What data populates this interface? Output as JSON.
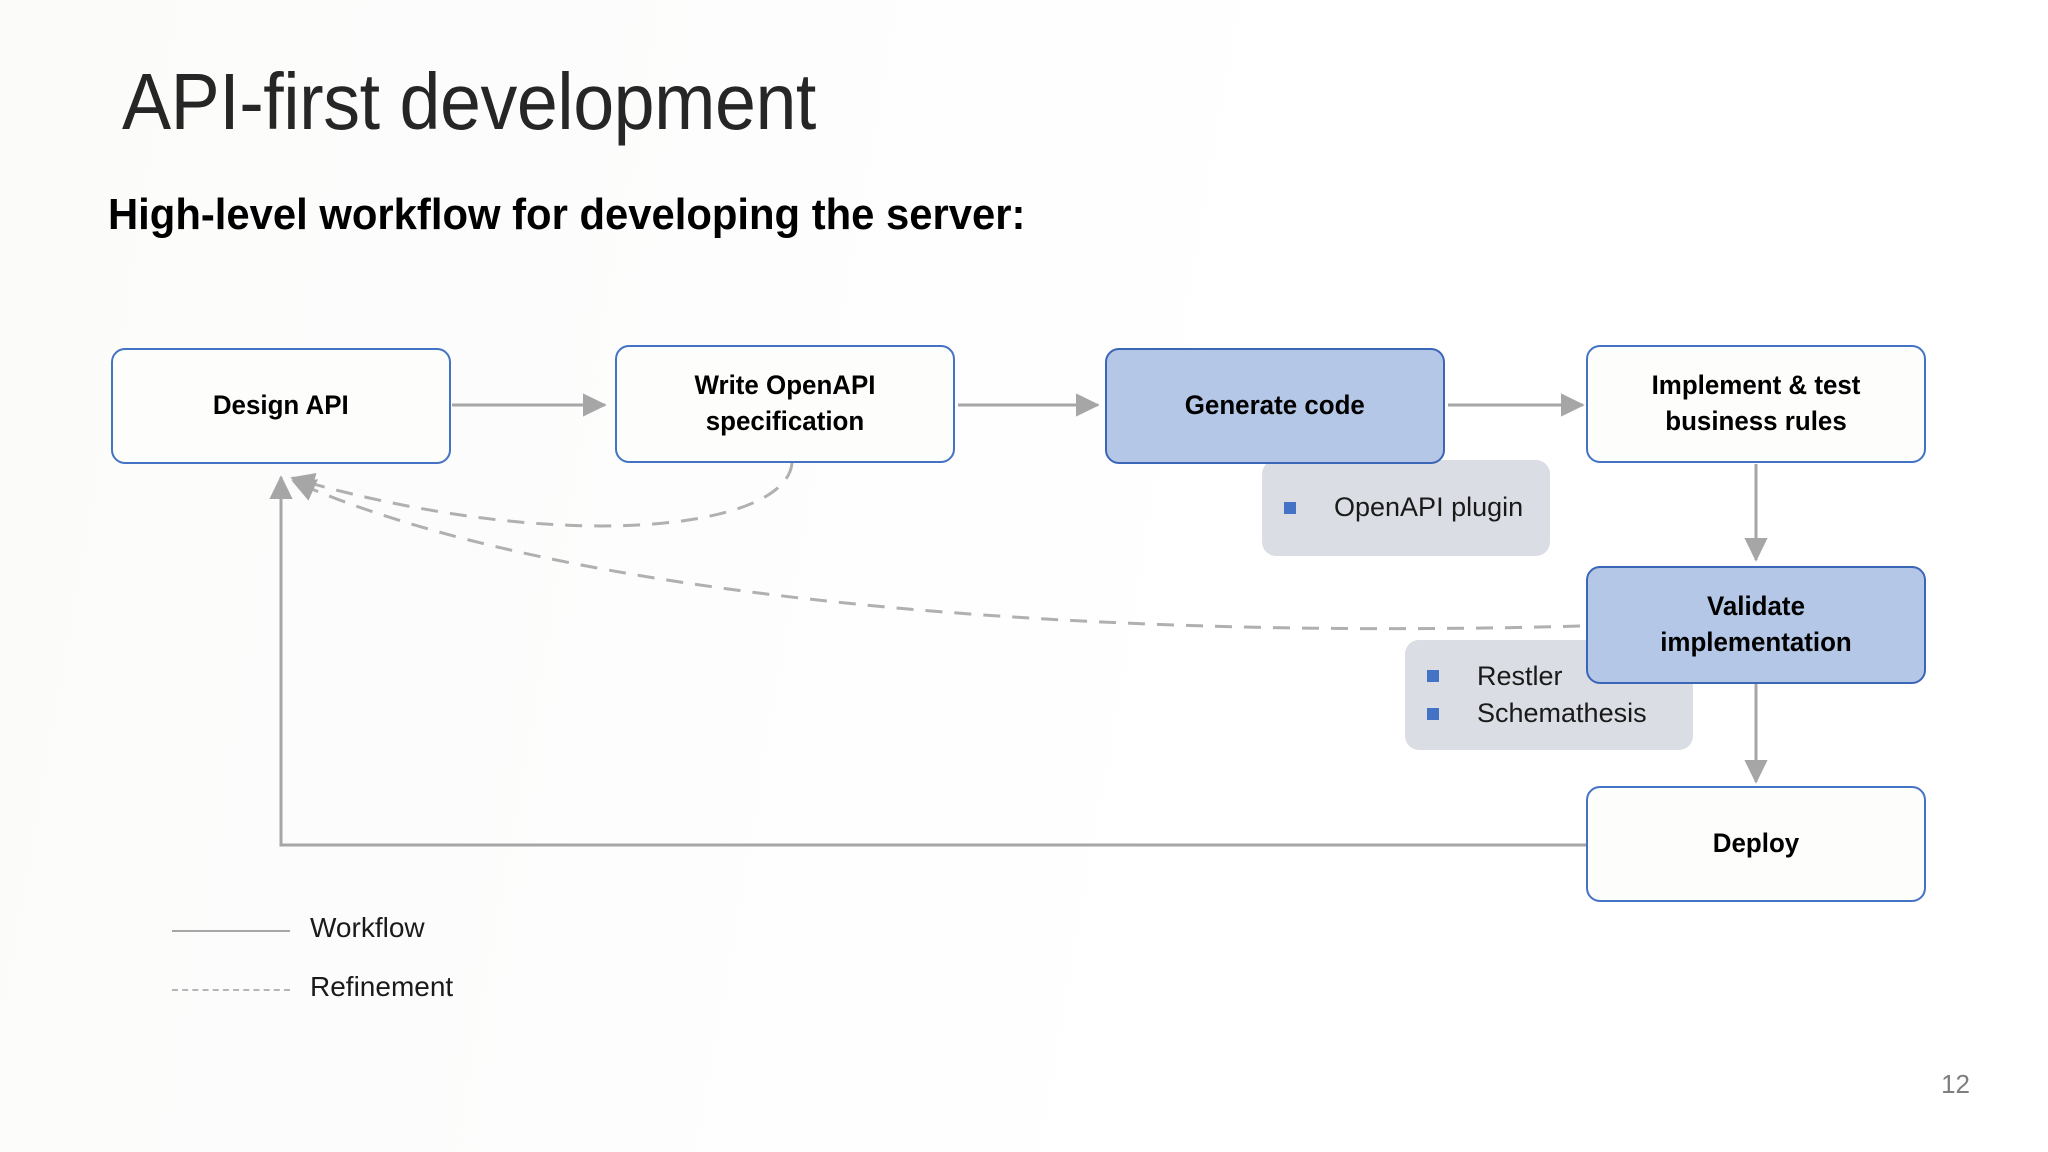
{
  "slide": {
    "title": "API-first development",
    "subtitle": "High-level workflow for developing the server:",
    "page_number": "12",
    "colors": {
      "box_border_blue": "#4472c4",
      "box_fill_blue": "#b4c7e7",
      "subbox_fill": "#dadde4",
      "bullet_blue": "#4472c4",
      "connector_gray": "#a6a6a6",
      "page_number_gray": "#7f7f7f"
    }
  },
  "diagram": {
    "nodes": [
      {
        "id": "design-api",
        "label": "Design API",
        "style": "white"
      },
      {
        "id": "write-openapi-specification",
        "label": "Write OpenAPI specification",
        "style": "white"
      },
      {
        "id": "generate-code",
        "label": "Generate code",
        "style": "blue"
      },
      {
        "id": "implement-test-business-rules",
        "label": "Implement & test business rules",
        "style": "white"
      },
      {
        "id": "validate-implementation",
        "label": "Validate implementation",
        "style": "blue"
      },
      {
        "id": "deploy",
        "label": "Deploy",
        "style": "white"
      }
    ],
    "subnodes": [
      {
        "id": "generate-code-tools",
        "items": [
          "OpenAPI plugin"
        ]
      },
      {
        "id": "validate-implementation-tools",
        "items": [
          "Restler",
          "Schemathesis"
        ]
      }
    ],
    "edges": [
      {
        "from": "design-api",
        "to": "write-openapi-specification",
        "kind": "workflow"
      },
      {
        "from": "write-openapi-specification",
        "to": "generate-code",
        "kind": "workflow"
      },
      {
        "from": "generate-code",
        "to": "implement-test-business-rules",
        "kind": "workflow"
      },
      {
        "from": "implement-test-business-rules",
        "to": "validate-implementation",
        "kind": "workflow"
      },
      {
        "from": "validate-implementation",
        "to": "deploy",
        "kind": "workflow"
      },
      {
        "from": "deploy",
        "to": "design-api",
        "kind": "workflow"
      },
      {
        "from": "write-openapi-specification",
        "to": "design-api",
        "kind": "refinement"
      },
      {
        "from": "validate-implementation",
        "to": "design-api",
        "kind": "refinement"
      }
    ]
  },
  "legend": {
    "items": [
      {
        "id": "workflow",
        "label": "Workflow",
        "line": "solid"
      },
      {
        "id": "refinement",
        "label": "Refinement",
        "line": "dashed"
      }
    ]
  }
}
